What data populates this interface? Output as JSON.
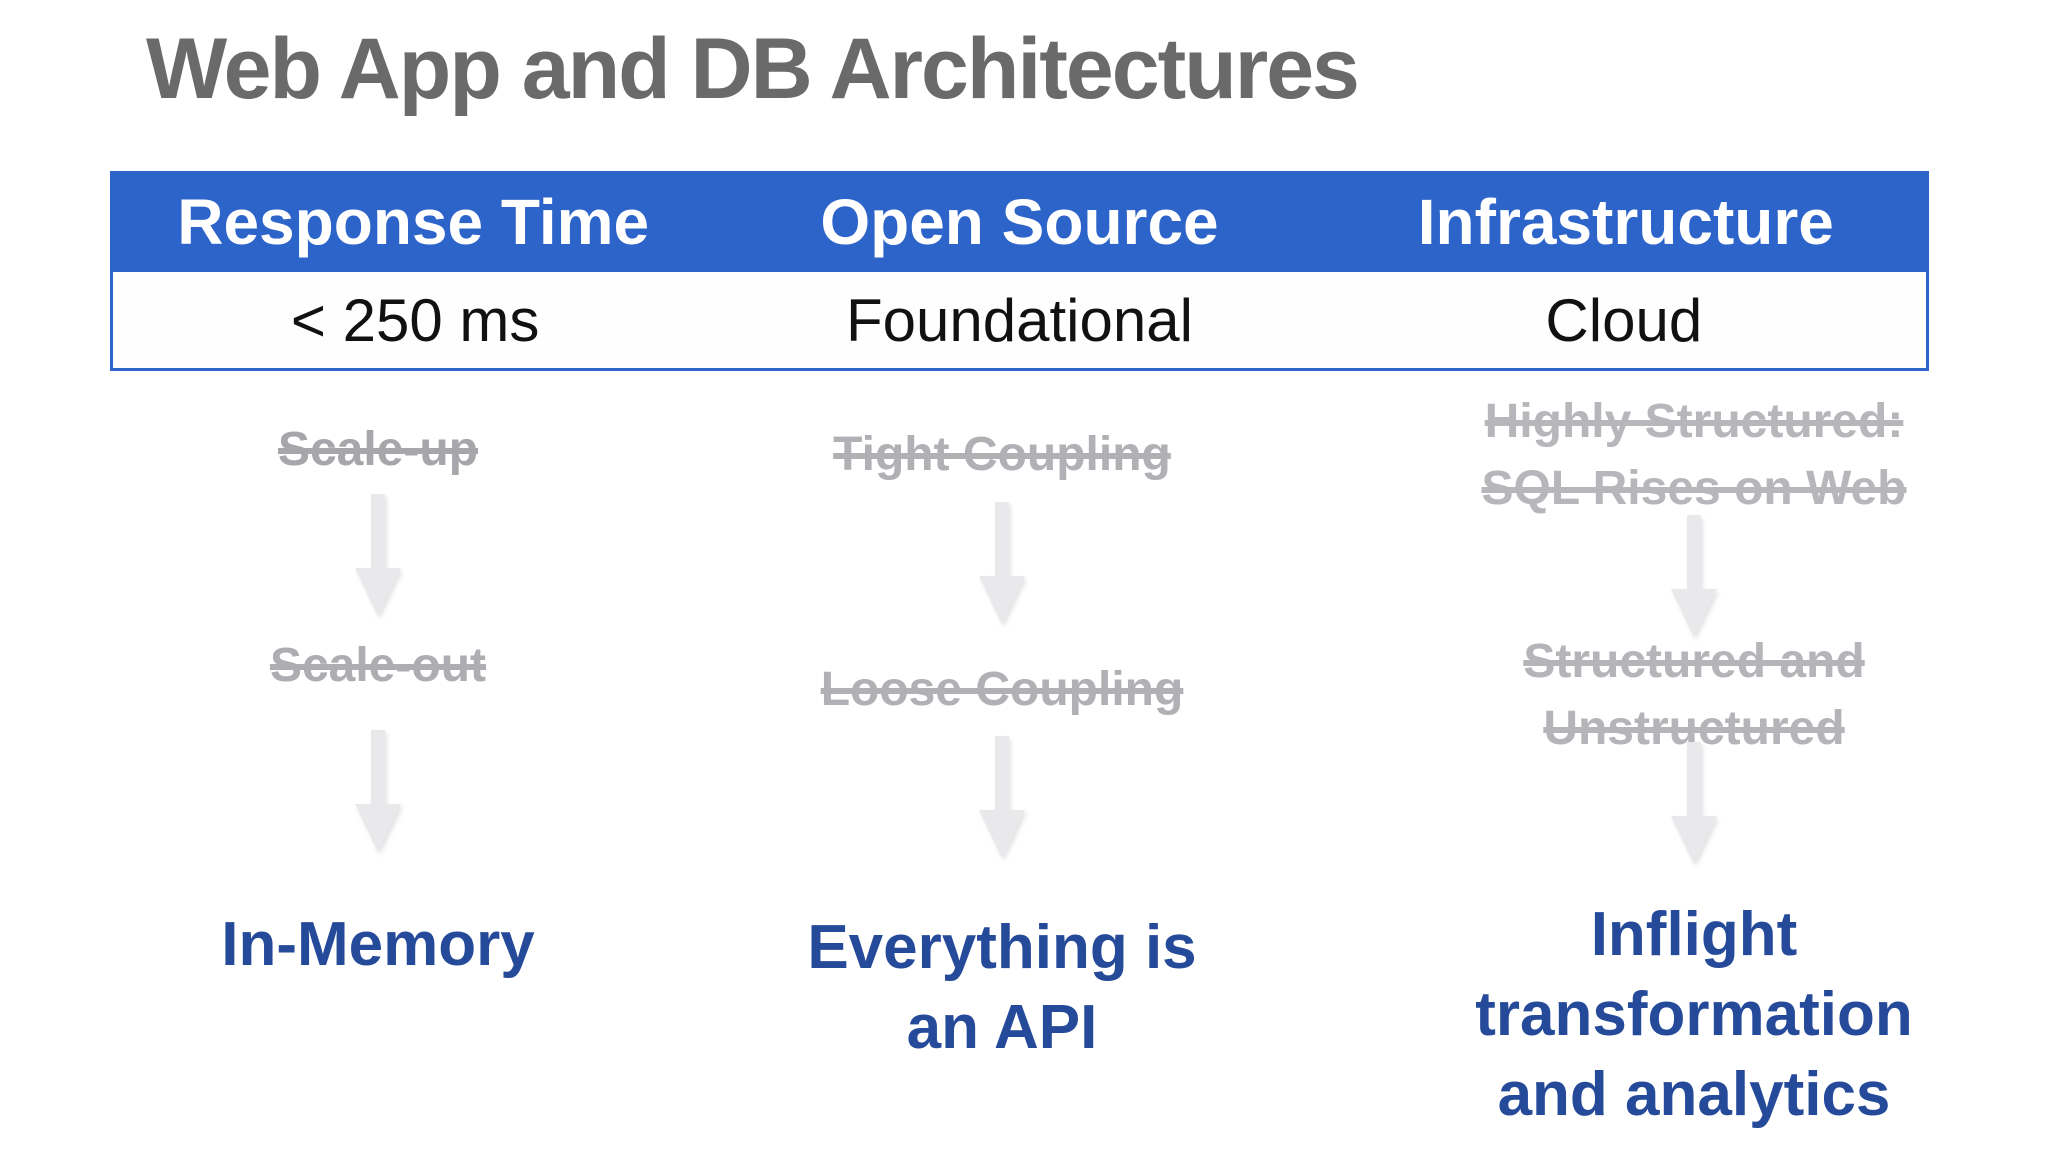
{
  "colors": {
    "title": "#6a6a6a",
    "header_bg": "#2d64ca",
    "header_text": "#ffffff",
    "table_border": "#2e65cb",
    "result": "#254a9a",
    "arrow": "#e9e9eb"
  },
  "slide": {
    "title": "Web App and DB Architectures"
  },
  "table": {
    "columns": [
      "Response Time",
      "Open Source",
      "Infrastructure"
    ],
    "values": [
      "< 250 ms",
      "Foundational",
      "Cloud"
    ]
  },
  "flows": [
    {
      "name": "response-time",
      "steps": [
        {
          "lines": [
            "Scale-up"
          ],
          "color": "#a7a7ab"
        },
        {
          "lines": [
            "Scale-out"
          ],
          "color": "#aeaeb2"
        }
      ],
      "result": {
        "lines": [
          "In-Memory"
        ]
      }
    },
    {
      "name": "open-source",
      "steps": [
        {
          "lines": [
            "Tight Coupling"
          ],
          "color": "#b1b1b5"
        },
        {
          "lines": [
            "Loose Coupling"
          ],
          "color": "#b1b1b5"
        }
      ],
      "result": {
        "lines": [
          "Everything is",
          "an API"
        ]
      }
    },
    {
      "name": "infrastructure",
      "steps": [
        {
          "lines": [
            "Highly Structured:",
            "SQL Rises on Web"
          ],
          "color": "#b7b7bb"
        },
        {
          "lines": [
            "Structured and",
            "Unstructured"
          ],
          "color": "#b5b5b9"
        }
      ],
      "result": {
        "lines": [
          "Inflight",
          "transformation",
          "and analytics"
        ]
      }
    }
  ]
}
